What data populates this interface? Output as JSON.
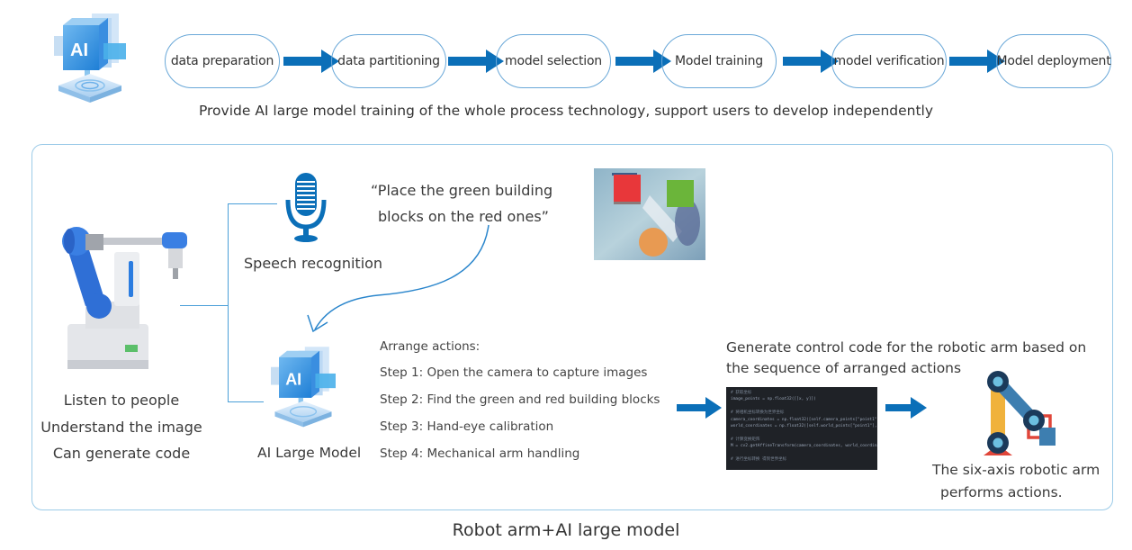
{
  "pipeline": {
    "steps": [
      "data preparation",
      "data partitioning",
      "model selection",
      "Model training",
      "model verification",
      "Model deployment"
    ],
    "caption": "Provide AI large model training of the whole process technology, support users to develop independently",
    "logo_label": "AI"
  },
  "main": {
    "robot_caption_lines": [
      "Listen to people",
      "Understand the image",
      "Can generate code"
    ],
    "speech_label": "Speech recognition",
    "quote_lines": [
      "“Place the green building",
      "blocks on the red ones”"
    ],
    "ai_model_label": "AI Large Model",
    "ai_logo_label": "AI",
    "actions_title": "Arrange actions:",
    "actions": [
      "Step 1: Open the camera to capture images",
      "Step 2: Find the green and red building blocks",
      "Step 3: Hand-eye calibration",
      "Step 4: Mechanical arm handling"
    ],
    "code_caption_lines": [
      "Generate control code for the robotic arm based on",
      "the sequence of arranged actions"
    ],
    "code_lines": [
      "# 获取坐标",
      "image_points = np.float32([[x, y]])",
      "",
      "# 将相机坐标转换为世界坐标",
      "camera_coordinates = np.float32([self.camera_points[\"point1\"],",
      "world_coordinates = np.float32([self.world_points[\"point1\"], se",
      "",
      "# 计算变换矩阵",
      "M = cv2.getAffineTransform(camera_coordinates, world_coordinate",
      "",
      "# 进行坐标转换 得到世界坐标"
    ],
    "arm_caption_lines": [
      "The six-axis robotic arm",
      "performs actions."
    ]
  },
  "footer": {
    "title": "Robot arm+AI large model"
  },
  "colors": {
    "accent_blue": "#0b6fb8",
    "pill_border": "#6aa8d8",
    "frame_border": "#9ccbe8",
    "block_red": "#e8373a",
    "block_green": "#6bb53a",
    "ball_orange": "#e89a52"
  }
}
